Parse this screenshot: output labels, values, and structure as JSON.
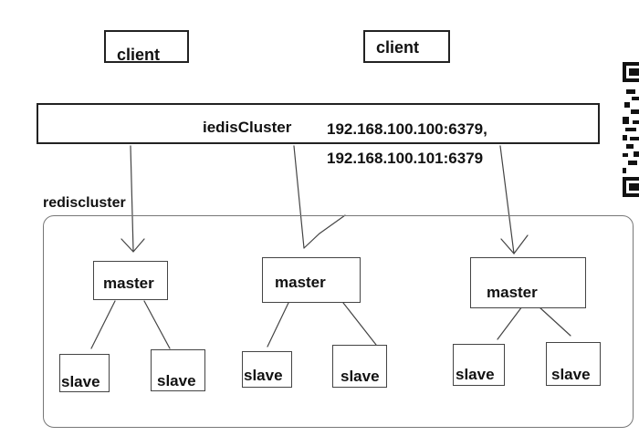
{
  "clients": [
    {
      "label": "client"
    },
    {
      "label": "client"
    }
  ],
  "jedis": {
    "label": "iedisCluster",
    "address_line1": "192.168.100.100:6379,",
    "address_line2": "192.168.100.101:6379"
  },
  "cluster": {
    "label": "rediscluster",
    "groups": [
      {
        "master": "master",
        "slaves": [
          "slave",
          "slave"
        ]
      },
      {
        "master": "master",
        "slaves": [
          "slave",
          "slave"
        ]
      },
      {
        "master": "master",
        "slaves": [
          "slave",
          "slave"
        ]
      }
    ]
  },
  "colors": {
    "line": "#333333",
    "border": "#222222",
    "cluster_border": "#777777"
  }
}
